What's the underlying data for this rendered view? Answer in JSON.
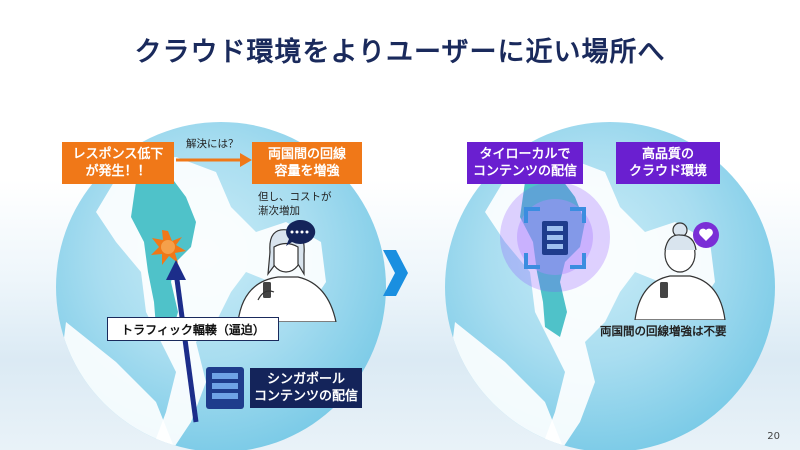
{
  "slide": {
    "title": "クラウド環境をよりユーザーに近い場所へ",
    "page_number": "20"
  },
  "left": {
    "problem_box": "レスポンス低下\nが発生！！",
    "question_label": "解決には？",
    "solution_box": "両国間の回線\n容量を増強",
    "cost_note": "但し、コストが\n漸次増加",
    "traffic_label": "トラフィック輻輳（逼迫）",
    "source_box": "シンガポール\nコンテンツの配信"
  },
  "right": {
    "local_box": "タイローカルで\nコンテンツの配信",
    "quality_box": "高品質の\nクラウド環境",
    "no_need_note": "両国間の回線増強は不要"
  },
  "colors": {
    "orange": "#f07818",
    "purple": "#6a1fd0",
    "navy": "#14245a",
    "accent_blue": "#1a8fe0",
    "title": "#1a2a5c"
  },
  "icons": [
    "server-icon",
    "person-with-phone-icon",
    "speech-bubble-dots-icon",
    "heart-bubble-icon",
    "chevron-right-icon",
    "burst-icon"
  ]
}
